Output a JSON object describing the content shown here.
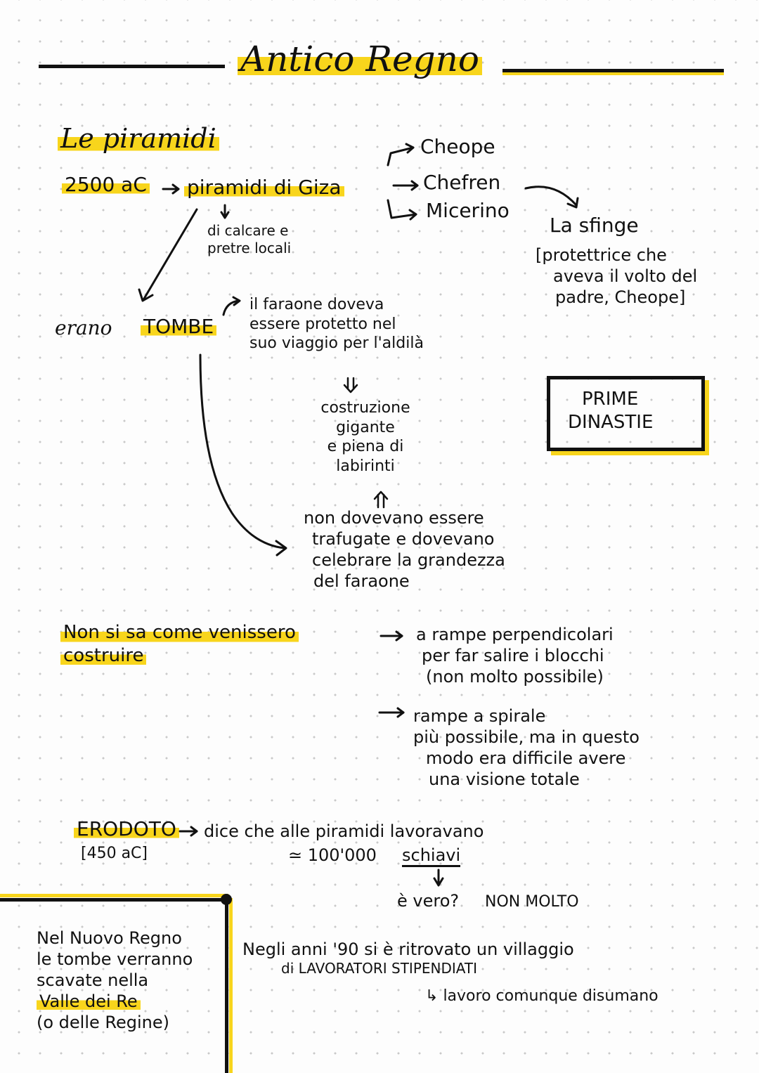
{
  "title": "Antico Regno",
  "section_title": "Le piramidi",
  "date_2500": "2500 aC",
  "giza": "piramidi di Giza",
  "pharaohs": [
    "Cheope",
    "Chefren",
    "Micerino"
  ],
  "materials": [
    "di calcare e",
    "pretre locali"
  ],
  "sphinx": {
    "name": "La sfinge",
    "lines": [
      "[protettrice che",
      "aveva il volto del",
      "padre, Cheope]"
    ]
  },
  "tombs": {
    "prefix": "erano",
    "word": "TOMBE"
  },
  "pharaoh_lines": [
    "il faraone doveva",
    "essere protetto nel",
    "suo viaggio per l'aldilà"
  ],
  "construction_lines": [
    "costruzione",
    "gigante",
    "e piena di",
    "labirinti"
  ],
  "not_stolen_lines": [
    "non dovevano essere",
    "trafugate e dovevano",
    "celebrare la grandezza",
    "del faraone"
  ],
  "box_label": [
    "PRIME",
    "DINASTIE"
  ],
  "unknown_lines": [
    "Non si sa come venissero",
    "costruire"
  ],
  "ramp1_lines": [
    "a rampe perpendicolari",
    "per far salire i blocchi",
    "(non molto possibile)"
  ],
  "ramp2_lines": [
    "rampe a spirale",
    "più possibile, ma in questo",
    "modo era difficile avere",
    "una visione totale"
  ],
  "erodoto": {
    "name": "ERODOTO",
    "date": "[450 aC]",
    "says": "dice che alle piramidi lavoravano",
    "approx": "≃ 100'000",
    "slaves": "schiavi"
  },
  "is_true": {
    "q": "è vero?",
    "a": "NON MOLTO"
  },
  "village_lines": [
    "Negli anni '90 si è ritrovato un villaggio",
    "di LAVORATORI STIPENDIATI"
  ],
  "inhuman": "lavoro comunque disumano",
  "new_kingdom_lines": [
    "Nel Nuovo Regno",
    "le tombe verranno",
    "scavate nella"
  ],
  "valley": "Valle dei Re",
  "queens": "(o delle Regine)"
}
